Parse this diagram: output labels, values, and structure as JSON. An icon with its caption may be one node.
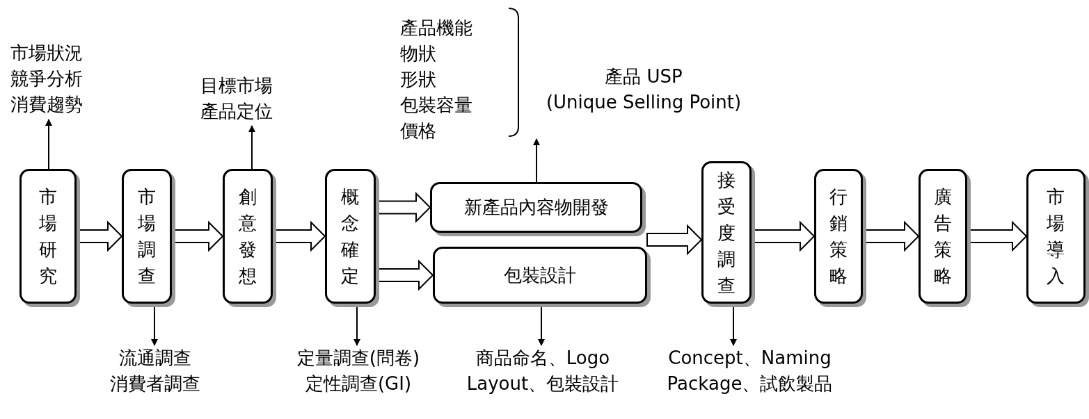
{
  "diagram": {
    "nodes": [
      {
        "text": [
          "市場研究"
        ]
      },
      {
        "text": [
          "市場調查"
        ]
      },
      {
        "text": [
          "創意發想"
        ]
      },
      {
        "text": [
          "概念確定"
        ]
      },
      {
        "text": [
          "新產品內容物開發"
        ]
      },
      {
        "text": [
          "包裝設計"
        ]
      },
      {
        "text": [
          "接受度調查"
        ]
      },
      {
        "text": [
          "行銷策略"
        ]
      },
      {
        "text": [
          "廣告策略"
        ]
      },
      {
        "text": [
          "市場導入"
        ]
      },
      {
        "text": [
          "市場狀況",
          "競爭分析",
          "消費趨勢"
        ]
      },
      {
        "text": [
          "目標市場",
          "產品定位"
        ]
      },
      {
        "text": [
          "產品機能",
          "物狀",
          "形狀",
          "包裝容量",
          "價格"
        ]
      },
      {
        "text": [
          "流通調查",
          "消費者調查"
        ]
      },
      {
        "text": [
          "定量調查(問卷)",
          "定性調查(GI)"
        ]
      },
      {
        "text": [
          "商品命名、Logo",
          "Layout、包裝設計"
        ]
      },
      {
        "text": [
          "Concept、Naming",
          "Package、試飲製品"
        ]
      }
    ],
    "edges": [
      {
        "from": 0,
        "to": 1,
        "arrow": "to"
      },
      {
        "from": 1,
        "to": 2,
        "arrow": "to"
      },
      {
        "from": 2,
        "to": 3,
        "arrow": "to"
      },
      {
        "from": 3,
        "to": 4,
        "arrow": "to"
      },
      {
        "from": 3,
        "to": 5,
        "arrow": "to"
      },
      {
        "from": 4,
        "to": 6,
        "arrow": "to"
      },
      {
        "from": 5,
        "to": 6,
        "arrow": "to"
      },
      {
        "from": 6,
        "to": 7,
        "arrow": "to"
      },
      {
        "from": 7,
        "to": 8,
        "arrow": "to"
      },
      {
        "from": 8,
        "to": 9,
        "arrow": "to"
      },
      {
        "from": 0,
        "to": 10,
        "arrow": "to"
      },
      {
        "from": 2,
        "to": 11,
        "arrow": "to"
      },
      {
        "from": 4,
        "to": 12,
        "arrow": "to"
      },
      {
        "from": 1,
        "to": 13,
        "arrow": "to"
      },
      {
        "from": 3,
        "to": 14,
        "arrow": "to"
      },
      {
        "from": 5,
        "to": 15,
        "arrow": "to"
      },
      {
        "from": 6,
        "to": 16,
        "arrow": "to"
      }
    ],
    "labels": [
      "產品 USP",
      "(Unique Selling Point)"
    ]
  }
}
